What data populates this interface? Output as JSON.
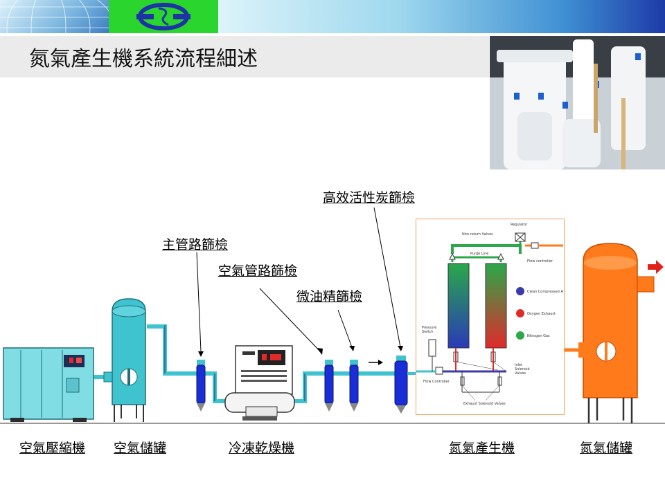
{
  "header": {
    "title": "氮氣產生機系統流程細述"
  },
  "equipment_labels": {
    "air_compressor": "空氣壓縮機",
    "air_tank": "空氣儲罐",
    "refrigerated_dryer": "冷凍乾燥機",
    "nitrogen_generator": "氮氣產生機",
    "nitrogen_tank": "氮氣儲罐"
  },
  "filter_labels": {
    "main_line_filter": "主管路篩檢",
    "air_line_filter": "空氣管路篩檢",
    "micro_oil_filter": "微油精篩檢",
    "carbon_filter": "高效活性炭篩檢"
  },
  "generator_diagram": {
    "regulator": "Regulator",
    "non_return_valves": "Non-return Valves",
    "purge_line": "Purge Line",
    "flow_controller_top": "Flow controller",
    "pressure_switch": "Pressure Switch",
    "flow_controller_bottom": "Flow Controller",
    "inlet_solenoid_valves": "Inlet Solenoid Valves",
    "exhaust_solenoid_valves": "Exhaust Solenoid Valves",
    "legend": [
      {
        "label": "Clean Compressed A",
        "color": "#3a3aa8"
      },
      {
        "label": "Oxygen Exhaust",
        "color": "#e02a2a"
      },
      {
        "label": "Nitrogen Gas",
        "color": "#2aa84a"
      }
    ]
  },
  "colors": {
    "teal": "#3fc3cf",
    "filter_blue": "#1a2ed8",
    "nitrogen_orange": "#ff7a1a",
    "logo_green": "#2ad52e",
    "logo_blue": "#1e33a6"
  }
}
